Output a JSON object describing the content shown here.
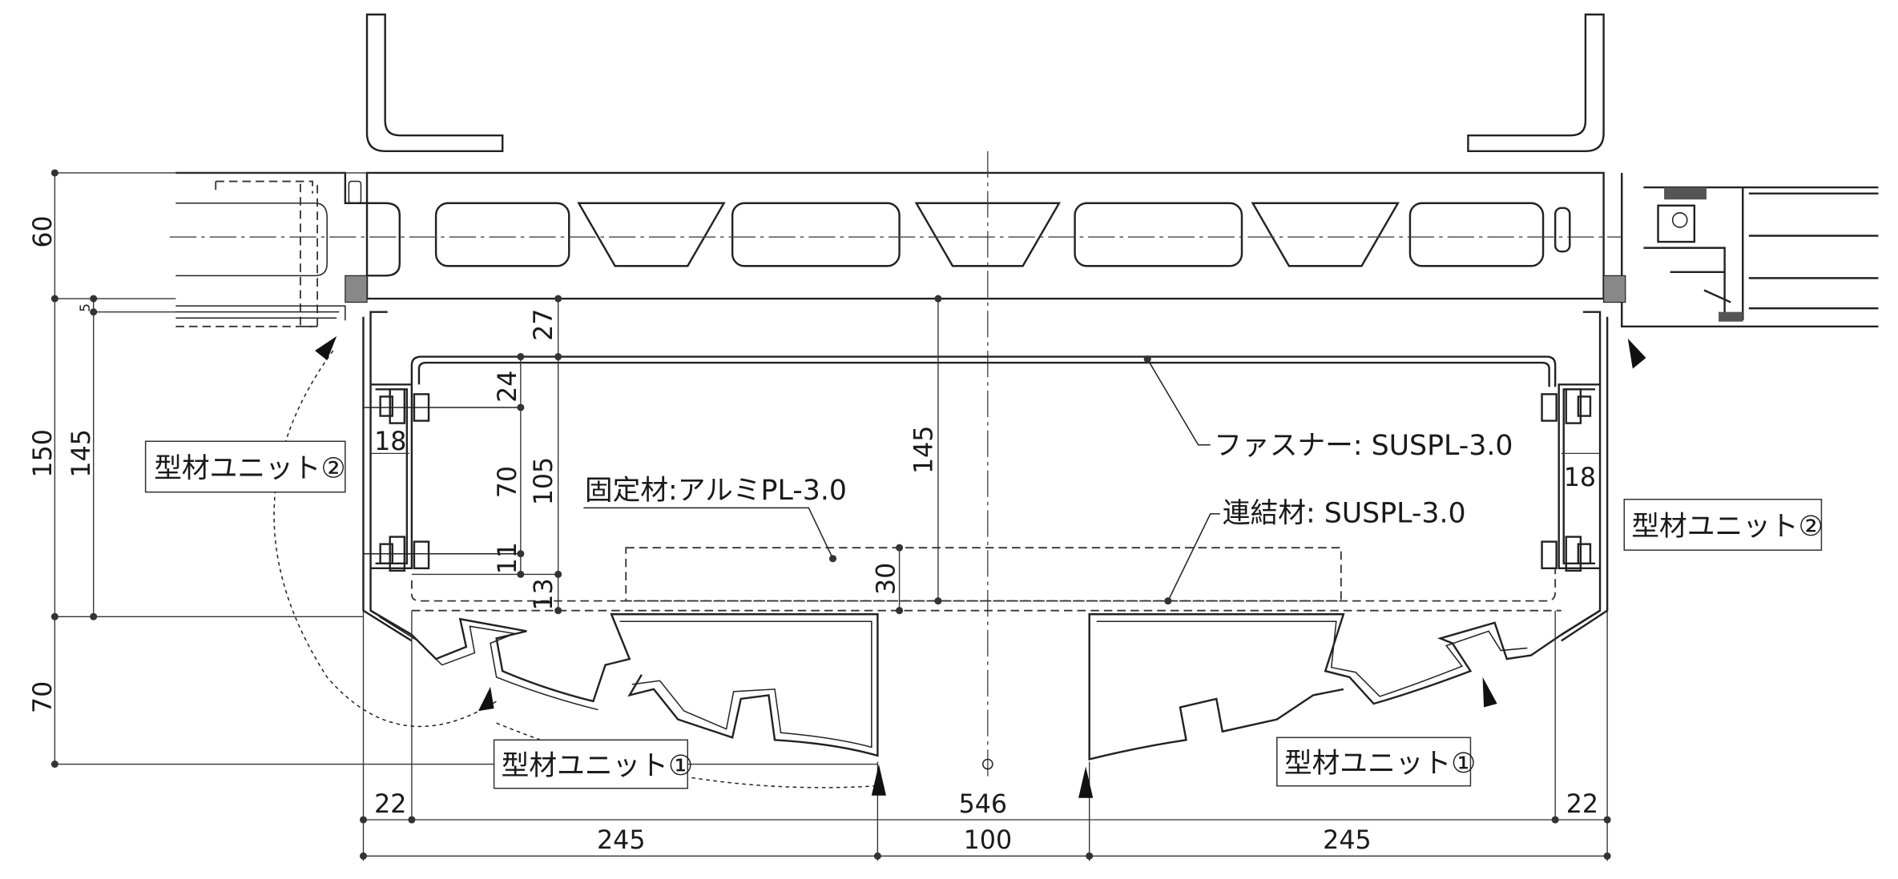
{
  "drawing": {
    "dimensions": {
      "left_60": "60",
      "left_150": "150",
      "left_70": "70",
      "left_5": "5",
      "left_145": "145",
      "d27": "27",
      "d24": "24",
      "d70": "70",
      "d105": "105",
      "d11": "11",
      "d13": "13",
      "d18_left": "18",
      "d18_right": "18",
      "d30": "30",
      "center_145": "145",
      "d546": "546",
      "d22_left": "22",
      "d22_right": "22",
      "d245_left": "245",
      "d100": "100",
      "d245_right": "245"
    },
    "labels": {
      "unit2_left": "型材ユニット②",
      "unit2_right": "型材ユニット②",
      "unit1_left": "型材ユニット①",
      "unit1_right": "型材ユニット①",
      "fixing": "固定材:アルミPL-3.0",
      "fastener": "ファスナー: SUSPL-3.0",
      "connector": "連結材: SUSPL-3.0"
    }
  }
}
